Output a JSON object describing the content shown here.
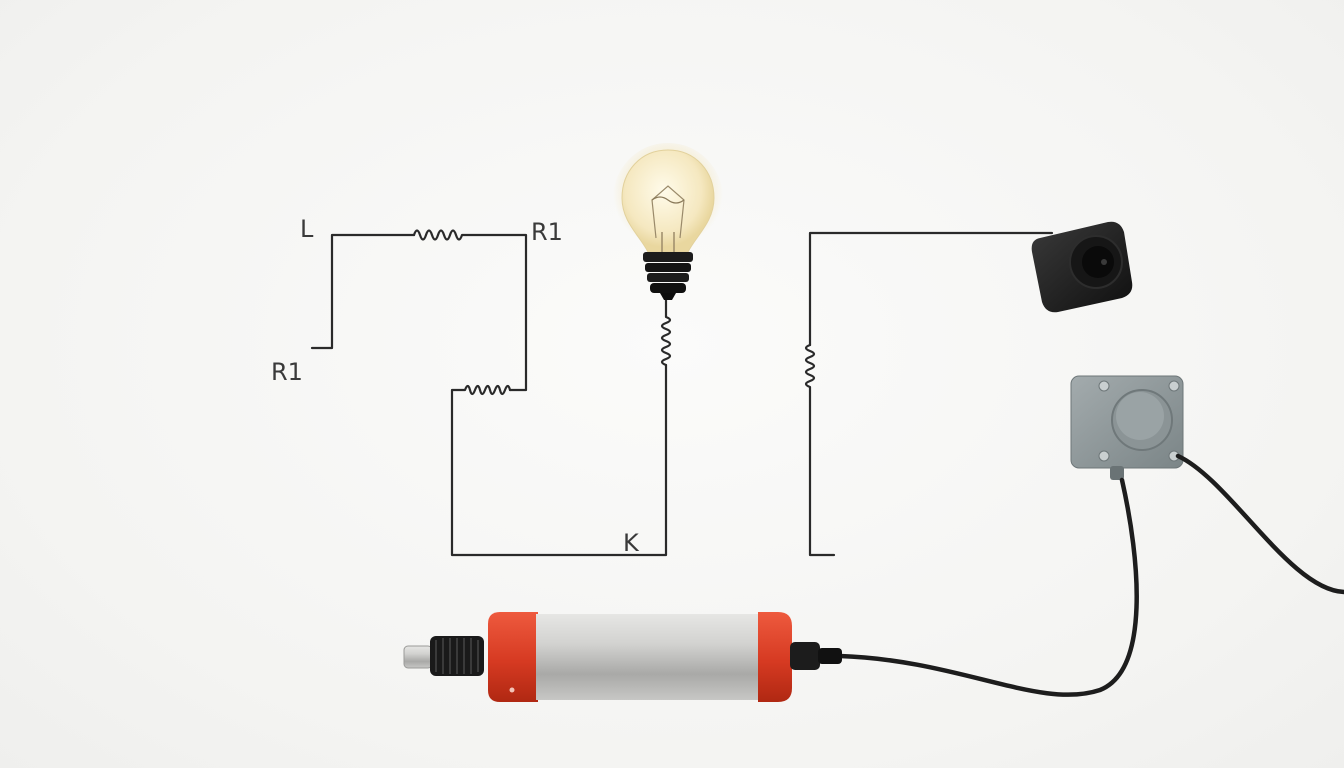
{
  "labels": {
    "top_left": "L",
    "top_right": "R1",
    "left": "R1",
    "bottom": "K"
  },
  "icons": {
    "bulb": "light-bulb-icon",
    "battery": "battery-icon",
    "knob": "rotary-knob-icon",
    "box": "junction-box-icon"
  },
  "colors": {
    "battery_red": "#d83a22",
    "battery_body": "#c8c8c6",
    "box_gray": "#8d9799",
    "wire": "#2a2a2a"
  }
}
